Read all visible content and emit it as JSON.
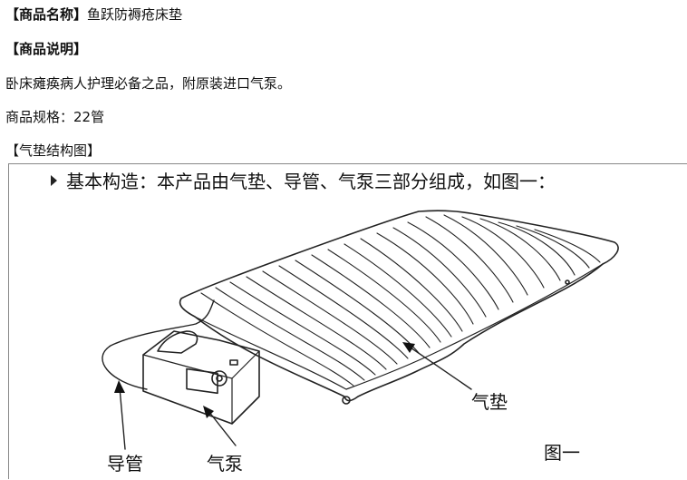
{
  "product_name": {
    "label": "【商品名称】",
    "value": "鱼跃防褥疮床垫"
  },
  "product_desc": {
    "label": "【商品说明】"
  },
  "desc_text": "卧床瘫痪病人护理必备之品，附原装进口气泵。",
  "spec": "商品规格：22管",
  "structure_heading": "【气垫结构图】",
  "figure": {
    "heading": "基本构造：本产品由气垫、导管、气泵三部分组成，如图一：",
    "label_mattress": "气垫",
    "label_tube": "导管",
    "label_pump": "气泵",
    "caption": "图一"
  }
}
